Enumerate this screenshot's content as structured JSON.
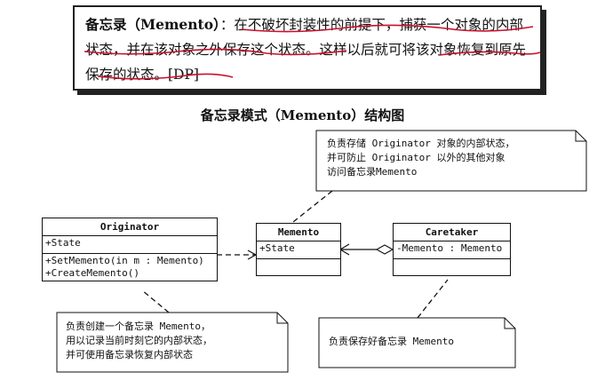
{
  "definition": {
    "term": "备忘录（Memento）",
    "body": "：在不破坏封装性的前提下，捕获一个对象的内部状态，并在该对象之外保存这个状态。这样以后就可将该对象恢复到原先保存的状态。[DP]"
  },
  "diagram_title": "备忘录模式（Memento）结构图",
  "classes": {
    "originator": {
      "name": "Originator",
      "attributes": [
        "+State"
      ],
      "operations": [
        "+SetMemento(in m : Memento)",
        "+CreateMemento()"
      ]
    },
    "memento": {
      "name": "Memento",
      "attributes": [
        "+State"
      ],
      "operations": []
    },
    "caretaker": {
      "name": "Caretaker",
      "attributes": [
        "-Memento : Memento"
      ],
      "operations": []
    }
  },
  "notes": {
    "memento_note": [
      "负责存储 Originator 对象的内部状态，",
      "并可防止 Originator 以外的其他对象",
      "访问备忘录Memento"
    ],
    "originator_note": [
      "负责创建一个备忘录 Memento，",
      "用以记录当前时刻它的内部状态，",
      "并可使用备忘录恢复内部状态"
    ],
    "caretaker_note": [
      "负责保存好备忘录 Memento"
    ]
  }
}
